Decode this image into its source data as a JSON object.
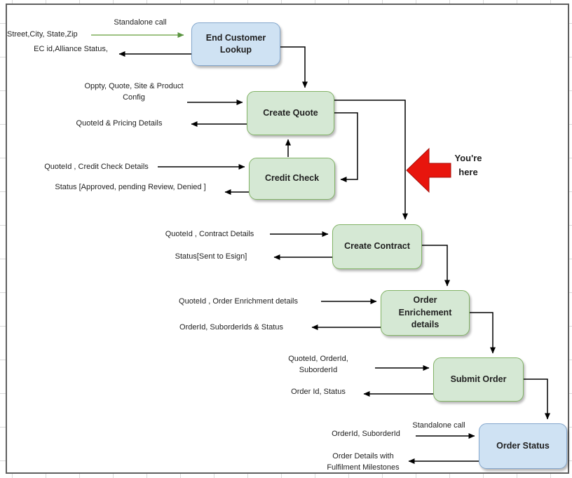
{
  "diagram": {
    "nodes": [
      {
        "id": "end-customer-lookup",
        "label": "End Customer Lookup",
        "color": "blue"
      },
      {
        "id": "create-quote",
        "label": "Create Quote",
        "color": "green"
      },
      {
        "id": "credit-check",
        "label": "Credit Check",
        "color": "green"
      },
      {
        "id": "create-contract",
        "label": "Create Contract",
        "color": "green"
      },
      {
        "id": "order-enrichement-details",
        "label": "Order Enrichement details",
        "color": "green"
      },
      {
        "id": "submit-order",
        "label": "Submit Order",
        "color": "green"
      },
      {
        "id": "order-status",
        "label": "Order Status",
        "color": "blue"
      }
    ],
    "labels": {
      "standalone_call_top": "Standalone call",
      "street_city_state_zip": "Street,City, State,Zip",
      "ec_id_alliance_status": "EC id,Alliance Status,",
      "oppty_quote_site_product_config": "Oppty, Quote, Site & Product Config",
      "quoteid_pricing_details": "QuoteId & Pricing Details",
      "quoteid_credit_check_details": "QuoteId ,  Credit Check Details",
      "status_approved_pending_denied": "Status [Approved, pending Review, Denied ]",
      "quoteid_contract_details": "QuoteId , Contract Details",
      "status_sent_to_esign": "Status[Sent to Esign]",
      "quoteid_order_enrichment_details": "QuoteId , Order Enrichment details",
      "orderid_suborderids_status": "OrderId, SuborderIds & Status",
      "quoteid_orderid_suborderid": "QuoteId, OrderId, SuborderId",
      "order_id_status": "Order Id, Status",
      "orderid_suborderid": "OrderId, SuborderId",
      "standalone_call_bottom": "Standalone call",
      "order_details_fulfilment_milestones": "Order Details with Fulfilment Milestones",
      "youre_here": "You're here"
    },
    "colors": {
      "green_node_fill": "#d5e8d4",
      "green_node_border": "#82b366",
      "blue_node_fill": "#cfe2f3",
      "blue_node_border": "#84a7cd",
      "connector": "#000000",
      "standalone_arrow_green": "#7eae5a",
      "youre_here_arrow_red": "#e8150d",
      "frame_border": "#5f5f5f",
      "grid_line": "#d9d9d9"
    }
  }
}
